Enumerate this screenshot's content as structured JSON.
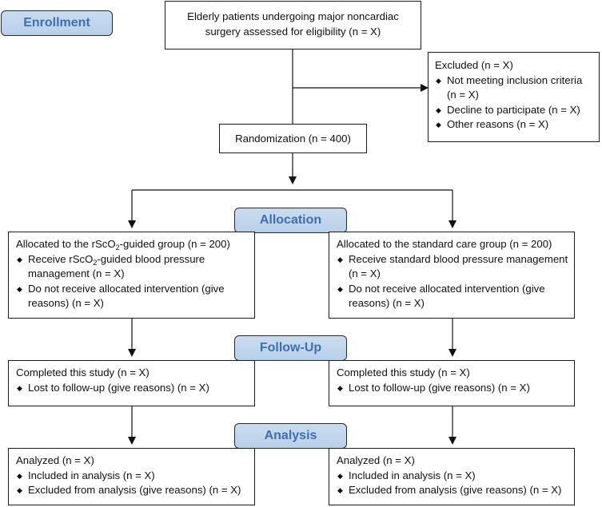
{
  "stages": {
    "enrollment": "Enrollment",
    "allocation": "Allocation",
    "follow_up": "Follow-Up",
    "analysis": "Analysis"
  },
  "eligibility": {
    "line1": "Elderly patients undergoing major noncardiac",
    "line2": "surgery assessed for eligibility (n = X)"
  },
  "excluded": {
    "title": "Excluded (n = X)",
    "items": [
      "Not meeting inclusion criteria (n = X)",
      "Decline to participate (n = X)",
      "Other reasons (n = X)"
    ]
  },
  "randomization": "Randomization (n = 400)",
  "left": {
    "allocated_pre": "Allocated to the rScO",
    "allocated_sub": "2",
    "allocated_post": "-guided group (n = 200)",
    "receive_pre": "Receive rScO",
    "receive_sub": "2",
    "receive_post": "-guided blood pressure management (n = X)",
    "not_receive": "Do not receive allocated intervention (give reasons) (n = X)",
    "completed": "Completed this study (n = X)",
    "lost": "Lost to follow-up (give reasons) (n = X)",
    "analyzed": "Analyzed (n = X)",
    "included": "Included in analysis (n = X)",
    "excluded_analysis": "Excluded from analysis (give reasons) (n = X)"
  },
  "right": {
    "allocated": "Allocated to the standard care group (n = 200)",
    "receive": "Receive standard blood pressure management (n = X)",
    "not_receive": "Do not receive allocated intervention (give reasons) (n = X)",
    "completed": "Completed this study (n = X)",
    "lost": "Lost to follow-up (give reasons) (n = X)",
    "analyzed": "Analyzed (n = X)",
    "included": "Included in analysis (n = X)",
    "excluded_analysis": "Excluded from analysis (give reasons) (n = X)"
  }
}
